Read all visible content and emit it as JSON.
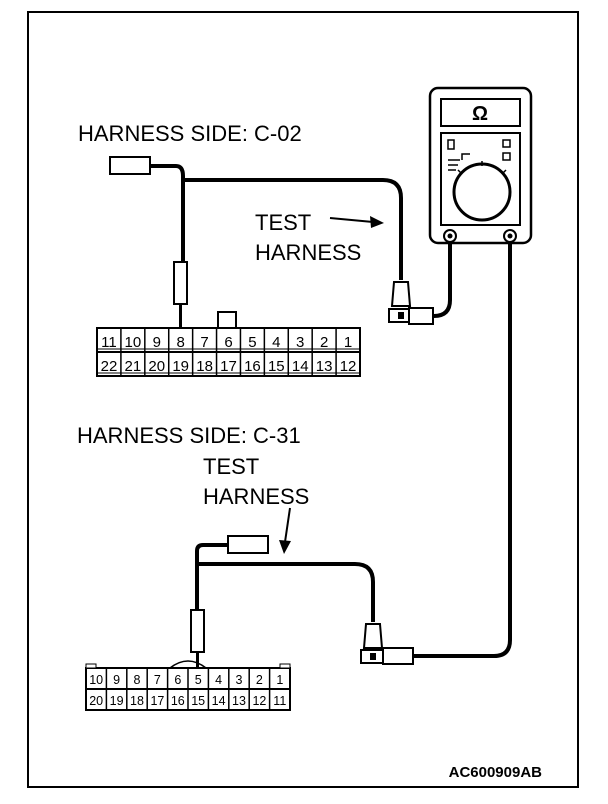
{
  "labels": {
    "harness_side_top": "HARNESS SIDE: C-02",
    "harness_side_bottom": "HARNESS SIDE: C-31",
    "test_top_1": "TEST",
    "test_top_2": "HARNESS",
    "test_bottom_1": "TEST",
    "test_bottom_2": "HARNESS",
    "figure_code": "AC600909AB"
  },
  "meter": {
    "symbol": "Ω",
    "icon": "ohmmeter-icon"
  },
  "connector_c02": {
    "top_row": [
      "11",
      "10",
      "9",
      "8",
      "7",
      "6",
      "5",
      "4",
      "3",
      "2",
      "1"
    ],
    "bottom_row": [
      "22",
      "21",
      "20",
      "19",
      "18",
      "17",
      "16",
      "15",
      "14",
      "13",
      "12"
    ],
    "probed_pin": "8"
  },
  "connector_c31": {
    "top_row": [
      "10",
      "9",
      "8",
      "7",
      "6",
      "5",
      "4",
      "3",
      "2",
      "1"
    ],
    "bottom_row": [
      "20",
      "19",
      "18",
      "17",
      "16",
      "15",
      "14",
      "13",
      "12",
      "11"
    ],
    "probed_pin": "5"
  },
  "colors": {
    "ink": "#000000",
    "paper": "#ffffff"
  }
}
